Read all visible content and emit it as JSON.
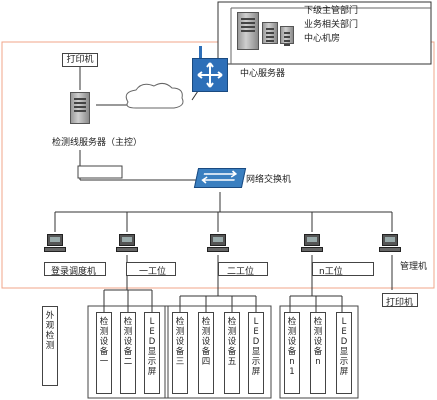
{
  "legend": {
    "line1": "下级主管部门",
    "line2": "业务相关部门",
    "line3": "中心机房"
  },
  "top_printer": "打印机",
  "center_server": "中心服务器",
  "detect_server": "检测线服务器（主控）",
  "network_switch": "网络交换机",
  "workstations": [
    {
      "label": "登录调度机"
    },
    {
      "label": "一工位"
    },
    {
      "label": "二工位"
    },
    {
      "label": "n工位"
    },
    {
      "label": "管理机"
    }
  ],
  "bottom_printer": "打印机",
  "external_inspection": "外观检测",
  "devices": [
    {
      "label": "检测设备一"
    },
    {
      "label": "检测设备二"
    },
    {
      "label": "LED显示屏"
    },
    {
      "label": "检测设备三"
    },
    {
      "label": "检测设备四"
    },
    {
      "label": "检测设备五"
    },
    {
      "label": "LED显示屏"
    },
    {
      "label": "检测设备n1"
    },
    {
      "label": "检测设备n"
    },
    {
      "label": "LED显示屏"
    }
  ],
  "colors": {
    "frame": "#f0a488",
    "switch": "#3a7fc0",
    "router": "#2e6fb8",
    "cloud": "#ffffff"
  },
  "icons": [
    "server-tower-icon",
    "router-icon",
    "cloud-icon",
    "switch-icon",
    "pc-icon"
  ]
}
